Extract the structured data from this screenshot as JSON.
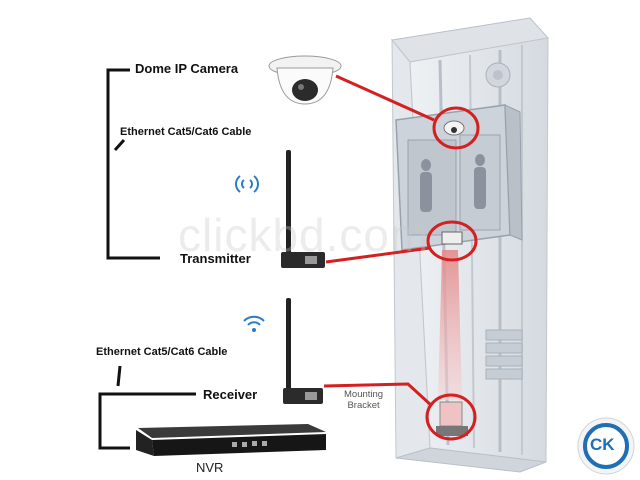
{
  "labels": {
    "dome_camera": "Dome IP Camera",
    "cable_top": "Ethernet Cat5/Cat6 Cable",
    "transmitter": "Transmitter",
    "cable_bottom": "Ethernet Cat5/Cat6 Cable",
    "receiver": "Receiver",
    "nvr": "NVR",
    "mounting_bracket_line1": "Mounting",
    "mounting_bracket_line2": "Bracket"
  },
  "watermark": "clickbd.com",
  "logo": {
    "text": "CK"
  },
  "colors": {
    "cable": "#111111",
    "highlight": "#d42020",
    "shaft": "#e6e9ed",
    "laser": "#f2b8b8",
    "logo_ring": "#1f6fb5"
  },
  "icons": [
    "dome-camera",
    "wifi-signal",
    "antenna-transmitter",
    "antenna-receiver",
    "nvr-recorder",
    "elevator-shaft",
    "logo"
  ]
}
